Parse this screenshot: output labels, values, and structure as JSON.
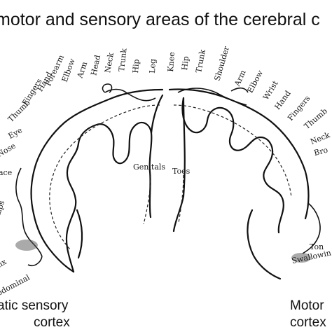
{
  "title": "motor and sensory areas of the cerebral c",
  "sensory_labels": [
    "Abdominal",
    "nx",
    "Lips",
    "ace",
    "Nose",
    "Eye",
    "Thumb",
    "Fingers",
    "Hand",
    "Forearm",
    "Elbow",
    "Arm",
    "Head",
    "Neck",
    "Trunk",
    "Hip",
    "Leg",
    "Genitals"
  ],
  "motor_labels": [
    "Toes",
    "Knee",
    "Hip",
    "Trunk",
    "Shoulder",
    "Arm",
    "Elbow",
    "Wrist",
    "Hand",
    "Fingers",
    "Thumb",
    "Neck",
    "Bro",
    "Ton",
    "Swallowin"
  ],
  "captions": {
    "sensory_line1": "atic sensory",
    "sensory_line2": "cortex",
    "motor_line1": "Motor",
    "motor_line2": "cortex"
  }
}
